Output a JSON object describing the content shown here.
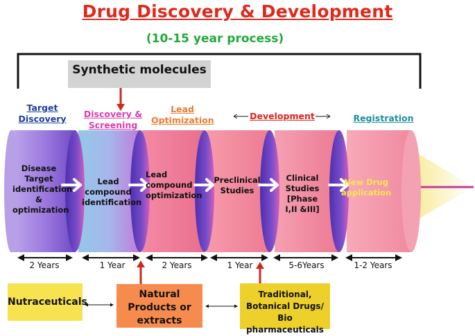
{
  "title": "Drug Discovery & Development",
  "subtitle": "(10-15 year process)",
  "synthetic_label": "Synthetic molecules",
  "stages": {
    "target": "Target Discovery",
    "discovery": "Discovery & Screening",
    "lead_opt": "Lead Optimization",
    "development": "Development",
    "registration": "Registration"
  },
  "cylinders": {
    "c1": "Disease Target identification & optimization",
    "c2": "Lead compound identification",
    "c3": "Lead compound optimization",
    "c4": "Preclinical Studies",
    "c5": "Clinical Studies [Phase I,II &III]",
    "c6": "New Drug application"
  },
  "durations": {
    "d1": "2 Years",
    "d2": "1 Year",
    "d3": "2 Years",
    "d4": "1 Year",
    "d5": "5-6Years",
    "d6": "1-2 Years"
  },
  "sources": {
    "nutraceuticals": "Nutraceuticals",
    "natural": "Natural Products or extracts",
    "traditional": "Traditional, Botanical Drugs/ Bio pharmaceuticals"
  },
  "colors": {
    "title": "#e0291c",
    "subtitle": "#22a83a",
    "target_stage": "#1f3f9e",
    "discovery_stage": "#d63fb0",
    "lead_stage": "#f07a2a",
    "development_stage": "#d9241c",
    "registration_stage": "#1b8fa0",
    "red_arrow": "#cc2a1c"
  }
}
